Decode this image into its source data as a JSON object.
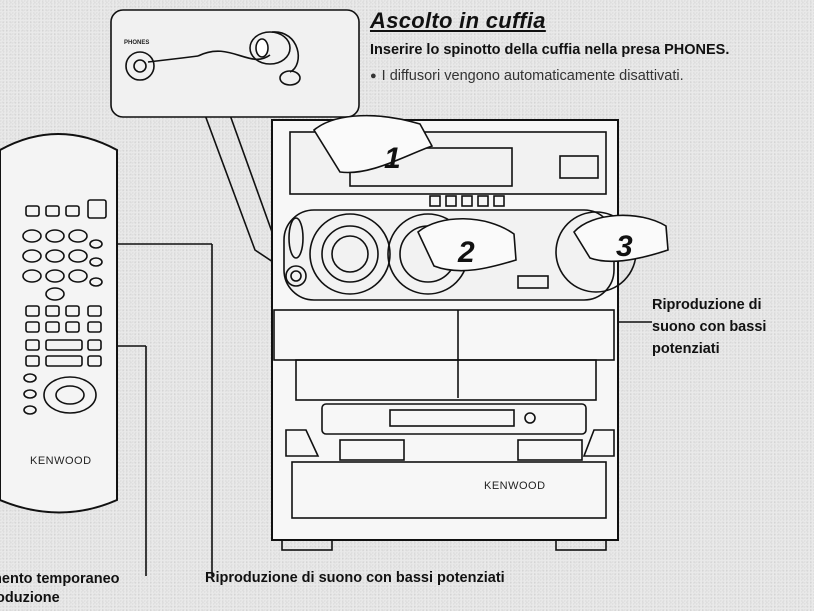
{
  "section": {
    "title": "Ascolto in cuffia",
    "instruction": "Inserire lo spinotto della cuffia nella presa PHONES.",
    "note": "I diffusori vengono automaticamente disattivati."
  },
  "illustration": {
    "phones_label": "PHONES",
    "step_numbers": [
      "1",
      "2",
      "3"
    ],
    "brand_remote": "KENWOOD",
    "brand_unit": "KENWOOD",
    "icons": [
      "headphones-icon",
      "remote-control-icon",
      "stereo-system-icon",
      "pointing-hand-icon"
    ]
  },
  "callouts": {
    "bass_boost_right": [
      "Riproduzione di",
      "suono con bassi",
      "potenziati"
    ],
    "bass_boost_bottom": "Riproduzione di suono con bassi potenziati",
    "pause_lines": [
      "mento temporaneo",
      "oduzione"
    ]
  }
}
